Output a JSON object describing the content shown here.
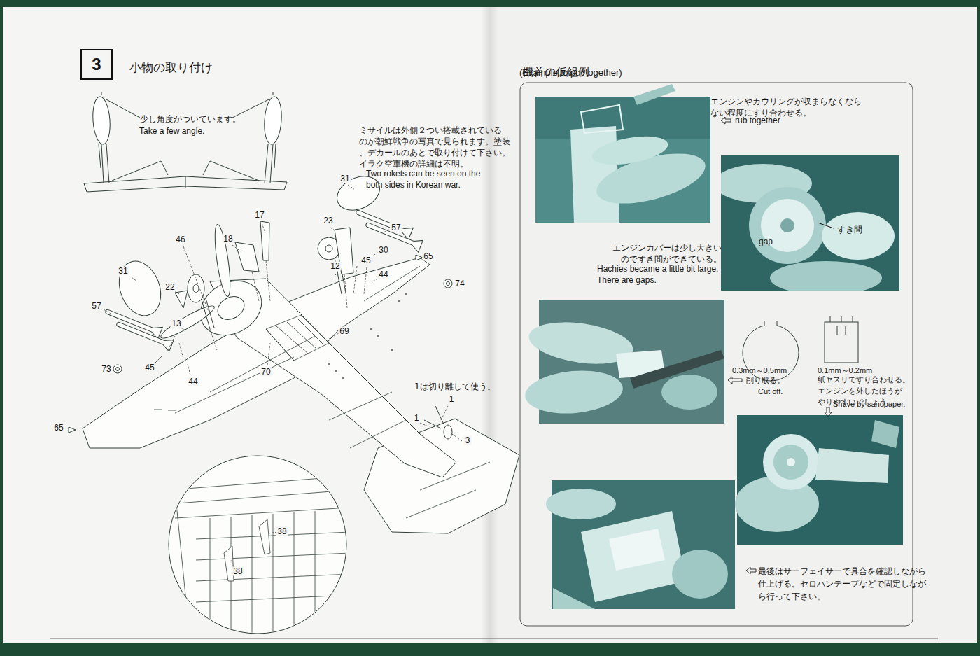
{
  "diagram": {
    "nodes": [
      {
        "text": [
          "3",
          "小物の取り付け"
        ]
      },
      {
        "text": [
          "機首の仮組例",
          "(Example to put together)"
        ]
      },
      {
        "text": [
          "すき間",
          "gap"
        ],
        "in": 1
      }
    ],
    "labels": [
      "少し角度がついています。",
      "Take a few angle.",
      "ミサイルは外側２つい搭載されている のが朝鮮戦争の写真で見られます。塗装 、デカールのあとで取り付けて下さい。 イラク空軍機の詳細は不明。",
      "Two rokets can be seen on the both sides in Korean war.",
      "31",
      "17",
      "23",
      "57",
      "46",
      "18",
      "30",
      "65",
      "45",
      "12",
      "31",
      "44",
      "74",
      "22",
      "57",
      "13",
      "69",
      "45",
      "73",
      "70",
      "1は切り離して使う。",
      "44",
      "1",
      "1",
      "65",
      "3",
      "38",
      "38",
      "エンジンやカウリングが収まらなくなら ない程度にすり合わせる。",
      "rub together",
      "エンジンカバーは少し大きい のですき間ができている。",
      "Hachies became a little bit large. There are gaps.",
      "0.3mm～0.5mm",
      "削り取る。",
      "Cut off.",
      "0.1mm～0.2mm",
      "紙ヤスリですり合わせる。 エンジンを外したほうが やりやすいでしょう。",
      "Shave by sandpaper.",
      "最後はサーフェイサーで具合を確認しながら 仕上げる。セロハンテープなどで固定しなが ら行って下さい。"
    ]
  }
}
